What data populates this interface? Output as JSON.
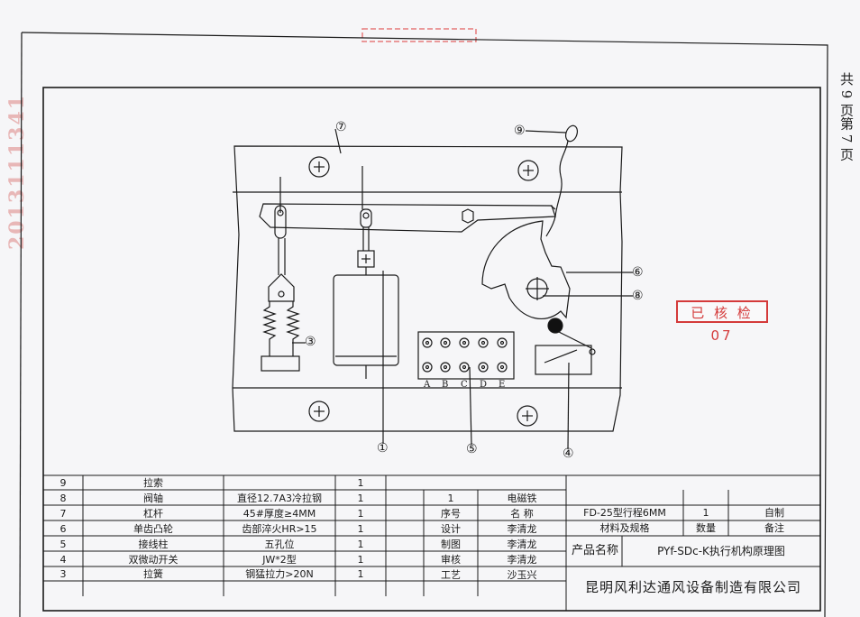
{
  "stamps": {
    "side_number": "2013111341",
    "top_stamp": "",
    "check": "已 核 检 07",
    "page_mark": "共 9 页第 7 页"
  },
  "diagram": {
    "balloons": [
      "⑦",
      "⑨",
      "③",
      "⑥",
      "⑧",
      "①",
      "⑤",
      "④"
    ],
    "terminal_letters": [
      "A",
      "B",
      "C",
      "D",
      "E"
    ]
  },
  "parts_rows": [
    {
      "no": "9",
      "name": "拉索",
      "spec": "",
      "qty": "1"
    },
    {
      "no": "8",
      "name": "阀轴",
      "spec": "直径12.7A3冷拉钢",
      "qty": "1"
    },
    {
      "no": "7",
      "name": "杠杆",
      "spec": "45#厚度≥4MM",
      "qty": "1"
    },
    {
      "no": "6",
      "name": "单齿凸轮",
      "spec": "齿部淬火HR>15",
      "qty": "1"
    },
    {
      "no": "5",
      "name": "接线柱",
      "spec": "五孔位",
      "qty": "1"
    },
    {
      "no": "4",
      "name": "双微动开关",
      "spec": "JW*2型",
      "qty": "1"
    },
    {
      "no": "3",
      "name": "拉簧",
      "spec": "钢猛拉力>20N",
      "qty": "1"
    }
  ],
  "mid_rows": [
    {
      "no": "1",
      "name": "电磁铁"
    },
    {
      "no": "序号",
      "name": "名 称"
    },
    {
      "no": "设计",
      "name": "李清龙"
    },
    {
      "no": "制图",
      "name": "李清龙"
    },
    {
      "no": "审核",
      "name": "李清龙"
    },
    {
      "no": "工艺",
      "name": "沙玉兴"
    }
  ],
  "right": {
    "r1_spec": "FD-25型行程6MM",
    "r1_qty": "1",
    "r1_note": "自制",
    "h_spec": "材料及规格",
    "h_qty": "数量",
    "h_note": "备注",
    "product_label": "产品名称",
    "product_name": "PYf-SDc-K执行机构原理图",
    "company": "昆明风利达通风设备制造有限公司"
  },
  "colors": {
    "line": "#1a1a1a",
    "stamp_red": "#d43a3a",
    "faded_red": "#e8b7b7"
  }
}
